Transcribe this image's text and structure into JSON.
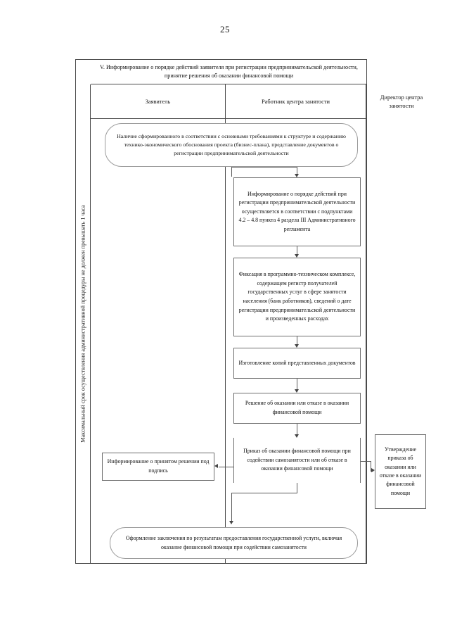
{
  "page": {
    "number": "25"
  },
  "chart_title": "V. Информирование о порядке действий заявителя при регистрации предпринимательской деятельности, принятие решения об оказании финансовой помощи",
  "side_note": "Максимальный срок осуществления административной процедуры не должен превышать 1 часа",
  "columns": [
    {
      "label": "Заявитель"
    },
    {
      "label": "Работник центра занятости"
    },
    {
      "label": "Директор центра занятости"
    }
  ],
  "nodes": {
    "start": "Наличие сформированного в соответствии с основными требованиями к структуре и содержанию технико-экономического обоснования проекта (бизнес-плана), представление документов о регистрации предпринимательской деятельности",
    "inform": "Информирование о порядке действий при регистрации предпринимательской деятельности осуществляется в соответствии  с подпунктами  4.2 – 4.8 пункта 4 раздела III  Административного регламента",
    "fix": "Фиксация в программно-техническом комплексе, содержащем регистр получателей государственных услуг в сфере занятости населения (банк работников), сведений о дате регистрации предпринимательской деятельности и произведенных расходах",
    "copy": "Изготовление копий представленных документов",
    "decision": "Решение об оказании или отказе в оказании финансовой помощи",
    "order": "Приказ об оказании финансовой помощи при содействии самозанятости  или об отказе в оказании финансовой помощи",
    "approve": "Утверждение приказа об оказании или отказе в оказании финансовой помощи",
    "notify": "Информирование о принятом решении под подпись",
    "final": "Оформление заключения по результатам предоставления государственной услуги, включая оказание финансовой помощи при содействии самозанятости"
  }
}
